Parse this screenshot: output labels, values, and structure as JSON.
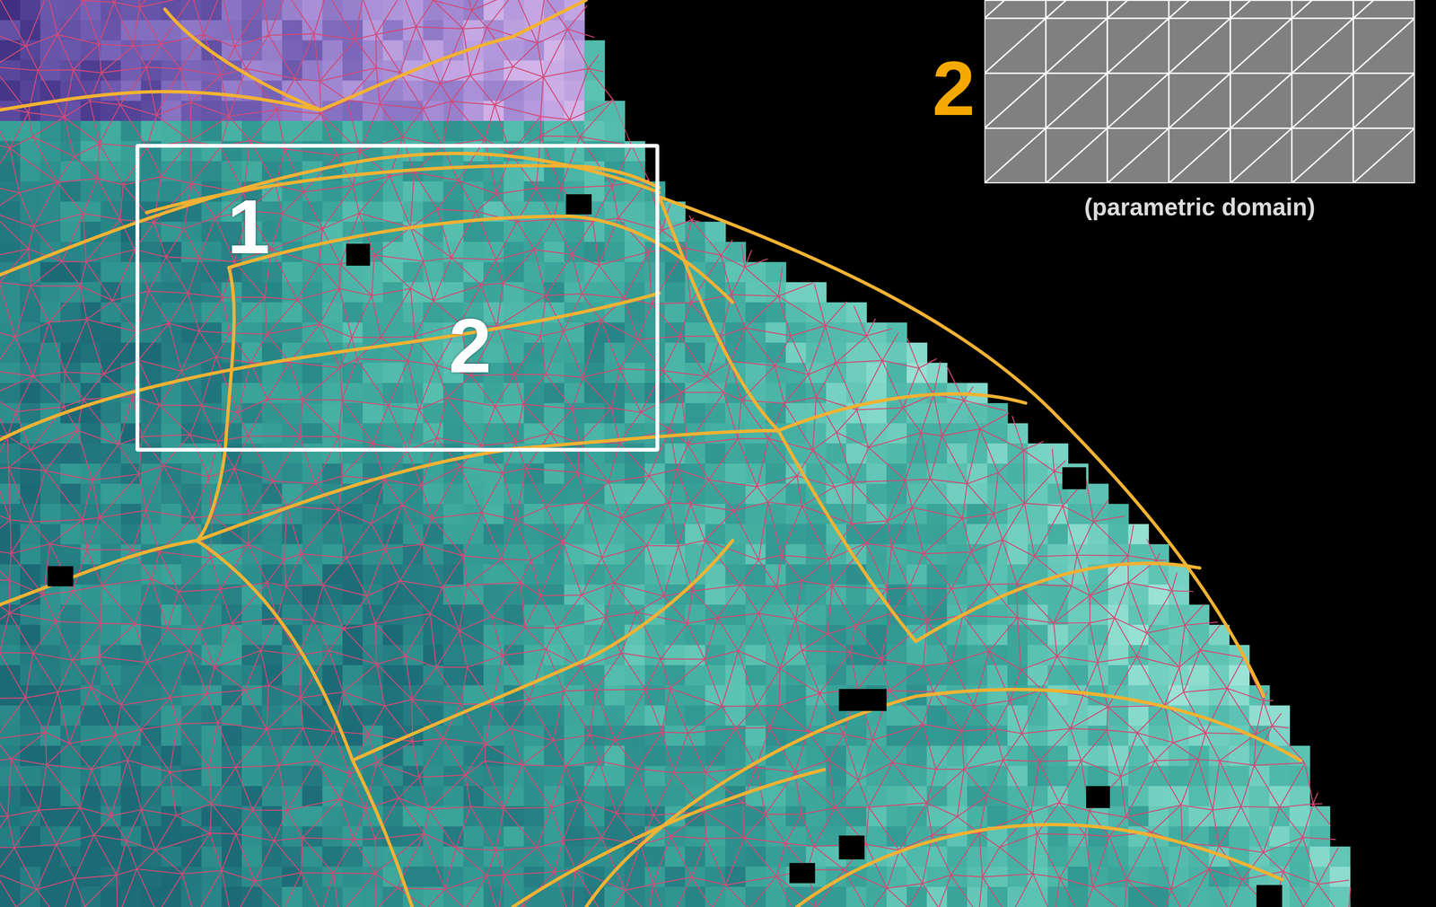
{
  "diagram": {
    "nodes": [
      {
        "text": [
          "1",
          "2"
        ]
      },
      {
        "text": [
          "2",
          "(parametric domain)"
        ]
      }
    ]
  }
}
